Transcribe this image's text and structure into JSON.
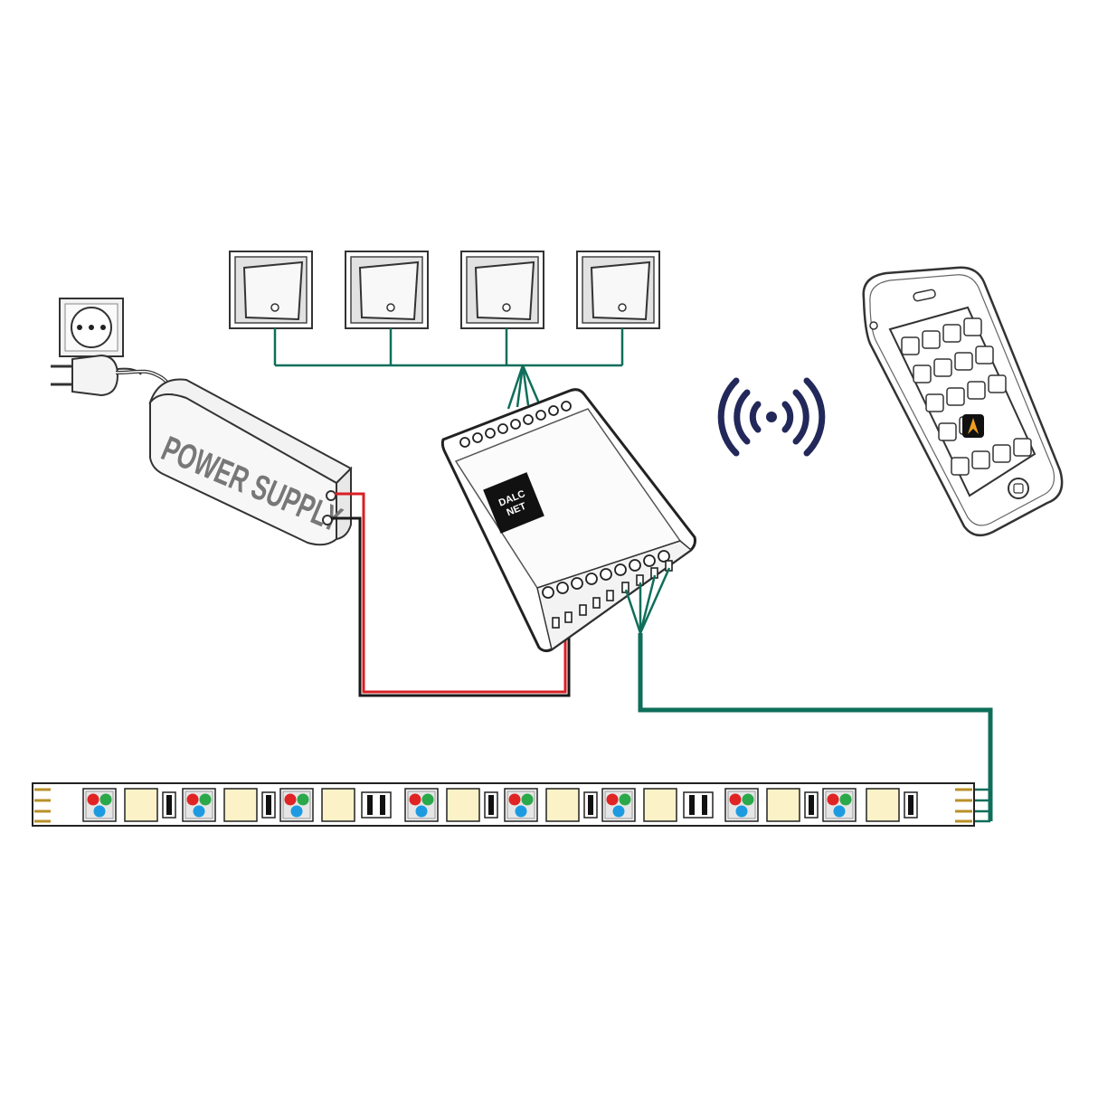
{
  "power_supply": {
    "label": "POWER SUPPLY"
  },
  "controller": {
    "brand_line1": "DALC",
    "brand_line2": "NET"
  },
  "colors": {
    "signal_wire": "#0e6e5a",
    "power_positive": "#d81f26",
    "power_negative": "#1a1a1a",
    "wireless_icon": "#23285a",
    "led_red": "#e02424",
    "led_green": "#2aa84a",
    "led_blue": "#1e9be0",
    "led_warm_white": "#fbf3c7",
    "strip_contact": "#b8902a"
  },
  "icons": [
    "wall-socket-icon",
    "plug-icon",
    "wall-switch-icon",
    "wireless-signal-icon",
    "smartphone-icon",
    "app-icon",
    "led-strip-icon"
  ]
}
